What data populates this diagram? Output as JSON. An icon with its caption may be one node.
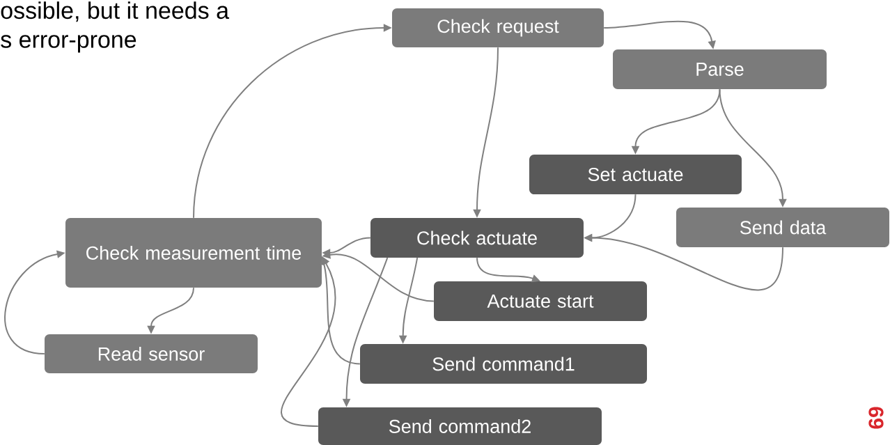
{
  "diagram": {
    "nodes": [
      {
        "text": [
          "Check request"
        ]
      },
      {
        "text": [
          "Parse"
        ]
      },
      {
        "text": [
          "Set actuate"
        ]
      },
      {
        "text": [
          "Send data"
        ]
      },
      {
        "text": [
          "Check actuate"
        ]
      },
      {
        "text": [
          "Check measurement time"
        ]
      },
      {
        "text": [
          "Actuate start"
        ]
      },
      {
        "text": [
          "Read sensor"
        ]
      },
      {
        "text": [
          "Send command1"
        ]
      },
      {
        "text": [
          "Send command2"
        ]
      }
    ],
    "edges": [
      {
        "from": 0,
        "to": 1,
        "arrow": "to"
      },
      {
        "from": 0,
        "to": 4,
        "arrow": "to"
      },
      {
        "from": 1,
        "to": 2,
        "arrow": "to"
      },
      {
        "from": 1,
        "to": 3,
        "arrow": "to"
      },
      {
        "from": 2,
        "to": 4,
        "arrow": "to"
      },
      {
        "from": 3,
        "to": 4,
        "arrow": "to"
      },
      {
        "from": 4,
        "to": 5,
        "arrow": "to"
      },
      {
        "from": 4,
        "to": 6,
        "arrow": "to"
      },
      {
        "from": 4,
        "to": 8,
        "arrow": "to"
      },
      {
        "from": 4,
        "to": 9,
        "arrow": "to"
      },
      {
        "from": 6,
        "to": 5,
        "arrow": "to"
      },
      {
        "from": 8,
        "to": 5,
        "arrow": "to"
      },
      {
        "from": 9,
        "to": 5,
        "arrow": "to"
      },
      {
        "from": 5,
        "to": 0,
        "arrow": "to"
      },
      {
        "from": 5,
        "to": 7,
        "arrow": "to"
      },
      {
        "from": 7,
        "to": 5,
        "arrow": "to"
      }
    ],
    "labels": [
      "ossible, but it needs a",
      "s error-prone",
      "69"
    ]
  }
}
